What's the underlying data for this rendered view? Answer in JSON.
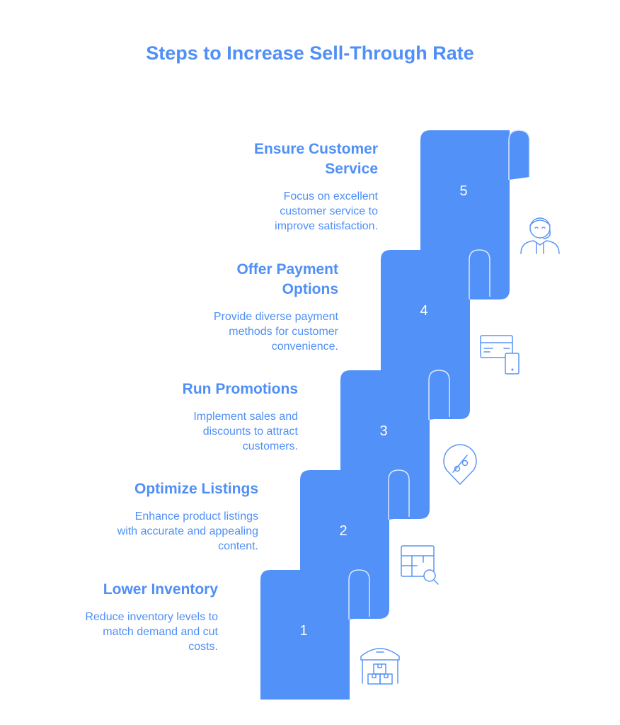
{
  "title": "Steps to Increase Sell-Through Rate",
  "colors": {
    "accent": "#5191f8",
    "text": "#4f8ff7"
  },
  "steps": [
    {
      "number": "1",
      "heading": [
        "Lower Inventory"
      ],
      "description": [
        "Reduce inventory levels to",
        "match demand and cut",
        "costs."
      ],
      "icon": "warehouse-icon"
    },
    {
      "number": "2",
      "heading": [
        "Optimize Listings"
      ],
      "description": [
        "Enhance product listings",
        "with accurate and appealing",
        "content."
      ],
      "icon": "table-search-icon"
    },
    {
      "number": "3",
      "heading": [
        "Run Promotions"
      ],
      "description": [
        "Implement sales and",
        "discounts to attract",
        "customers."
      ],
      "icon": "discount-tag-icon"
    },
    {
      "number": "4",
      "heading": [
        "Offer Payment",
        "Options"
      ],
      "description": [
        "Provide diverse payment",
        "methods for customer",
        "convenience."
      ],
      "icon": "payment-card-phone-icon"
    },
    {
      "number": "5",
      "heading": [
        "Ensure Customer",
        "Service"
      ],
      "description": [
        "Focus on excellent",
        "customer service to",
        "improve satisfaction."
      ],
      "icon": "customer-service-agent-icon"
    }
  ]
}
